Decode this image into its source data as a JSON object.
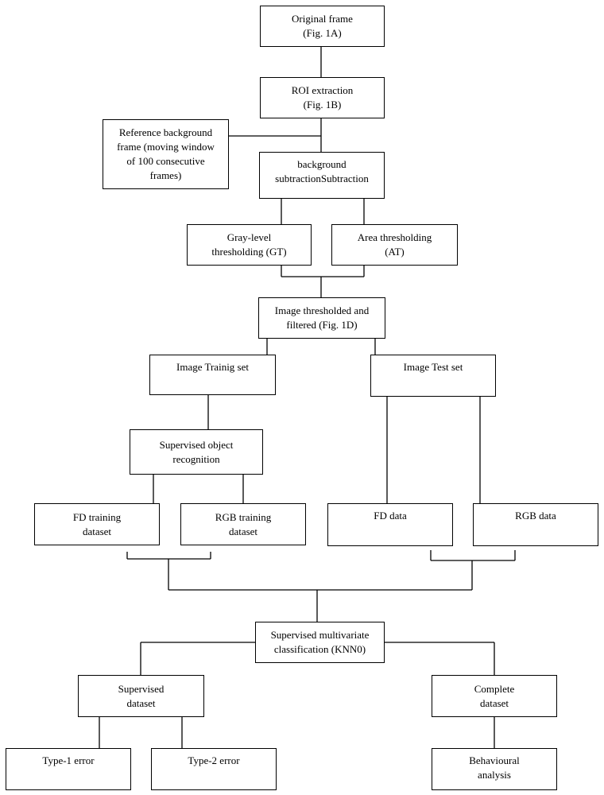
{
  "diagram": {
    "nodes": {
      "original_frame": "Original frame\n(Fig. 1A)",
      "roi_extraction": "ROI extraction\n(Fig. 1B)",
      "reference_background": "Reference background\nframe (moving window\nof 100 consecutive\nframes)",
      "background_subtraction": "background\nsubtractionSubtraction",
      "gray_level_thresholding": "Gray-level\nthresholding (GT)",
      "area_thresholding": "Area thresholding\n(AT)",
      "image_thresholded": "Image thresholded and\nfiltered (Fig. 1D)",
      "image_training_set": "Image Trainig set",
      "image_test_set": "Image Test set",
      "supervised_object_recognition": "Supervised object\nrecognition",
      "fd_training_dataset": "FD training\ndataset",
      "rgb_training_dataset": "RGB training\ndataset",
      "fd_data": "FD data",
      "rgb_data": "RGB data",
      "supervised_multivariate_classification": "Supervised multivariate\nclassification (KNN0)",
      "supervised_dataset": "Supervised\ndataset",
      "complete_dataset": "Complete\ndataset",
      "type1_error": "Type-1 error",
      "type2_error": "Type-2 error",
      "behavioural_analysis": "Behavioural\nanalysis"
    }
  }
}
